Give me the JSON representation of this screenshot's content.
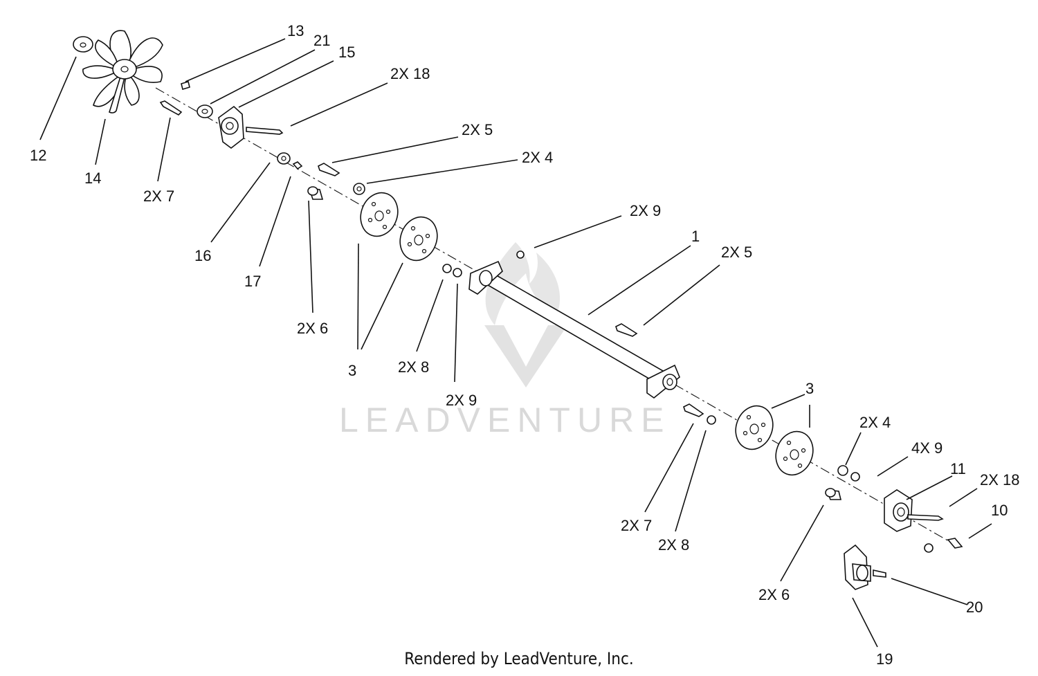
{
  "watermark": {
    "brand": "LEADVENTURE"
  },
  "credit": "Rendered by LeadVenture, Inc.",
  "callouts": {
    "c12": "12",
    "c14": "14",
    "c13": "13",
    "c21": "21",
    "c15": "15",
    "c2x18_top": "2X 18",
    "c2x7_left": "2X 7",
    "c16": "16",
    "c17": "17",
    "c2x5_top": "2X 5",
    "c2x4_top": "2X 4",
    "c2x6_left": "2X 6",
    "c3_left": "3",
    "c2x8_left": "2X 8",
    "c2x9_mid": "2X 9",
    "c2x9_top": "2X 9",
    "c1": "1",
    "c2x5_mid": "2X 5",
    "c3_right": "3",
    "c2x4_right": "2X 4",
    "c4x9": "4X 9",
    "c11": "11",
    "c2x18_right": "2X 18",
    "c10": "10",
    "c2x7_right": "2X 7",
    "c2x8_right": "2X 8",
    "c2x6_right": "2X 6",
    "c20": "20",
    "c19": "19"
  }
}
